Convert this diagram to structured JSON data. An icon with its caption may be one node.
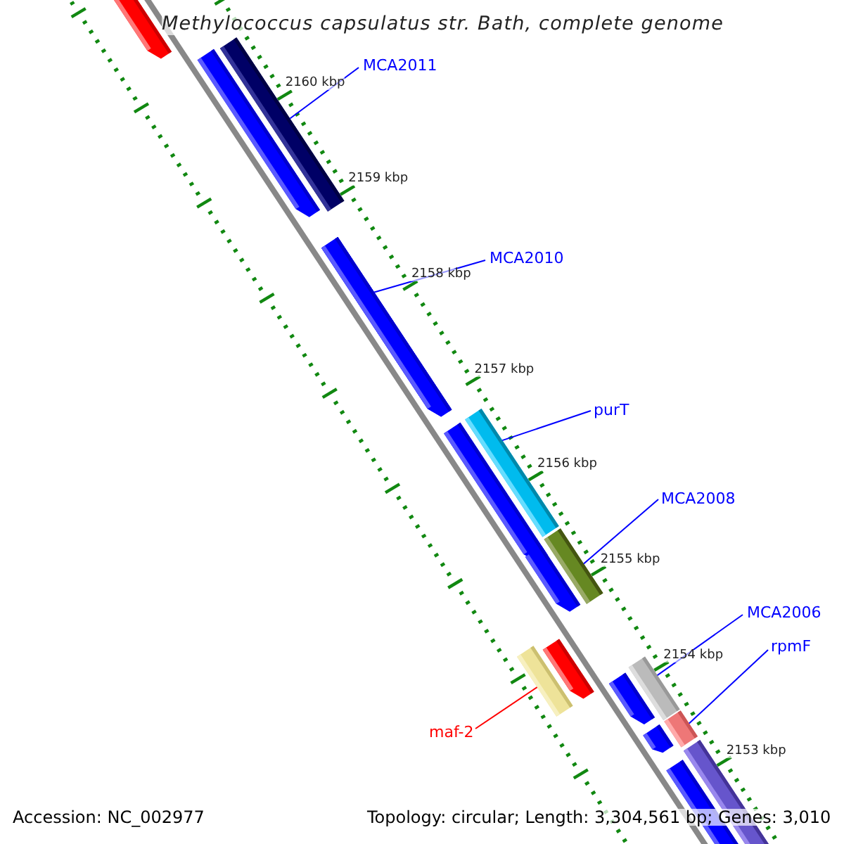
{
  "diagram": {
    "title": "Methylococcus capsulatus str. Bath, complete genome",
    "nodes": [
      {
        "text": [
          "MCA2011"
        ]
      },
      {
        "text": [
          "MCA2010"
        ]
      },
      {
        "text": [
          "purT"
        ]
      },
      {
        "text": [
          "MCA2008"
        ]
      },
      {
        "text": [
          "MCA2006"
        ]
      },
      {
        "text": [
          "rpmF"
        ]
      },
      {
        "text": [
          "maf-2"
        ]
      },
      {
        "text": [],
        "shape": "bar"
      },
      {
        "text": [],
        "shape": "bar"
      },
      {
        "text": [],
        "shape": "bar"
      },
      {
        "text": [],
        "shape": "bar"
      },
      {
        "text": [],
        "shape": "bar"
      },
      {
        "text": [],
        "shape": "bar"
      },
      {
        "text": [],
        "shape": "bar"
      }
    ],
    "edges": [
      {
        "from": 0,
        "to": 7,
        "arrow": "none"
      },
      {
        "from": 1,
        "to": 8,
        "arrow": "none"
      },
      {
        "from": 2,
        "to": 9,
        "arrow": "none"
      },
      {
        "from": 3,
        "to": 10,
        "arrow": "none"
      },
      {
        "from": 4,
        "to": 11,
        "arrow": "none"
      },
      {
        "from": 5,
        "to": 12,
        "arrow": "none"
      },
      {
        "from": 6,
        "to": 13,
        "arrow": "none",
        "color": "#ff0000"
      }
    ],
    "labels": [
      "2160 kbp",
      "2159 kbp",
      "2158 kbp",
      "2157 kbp",
      "2156 kbp",
      "2155 kbp",
      "2154 kbp",
      "2153 kbp",
      "Accession: NC_002977",
      "Topology: circular; Length: 3,304,561 bp; Genes: 3,010"
    ]
  }
}
